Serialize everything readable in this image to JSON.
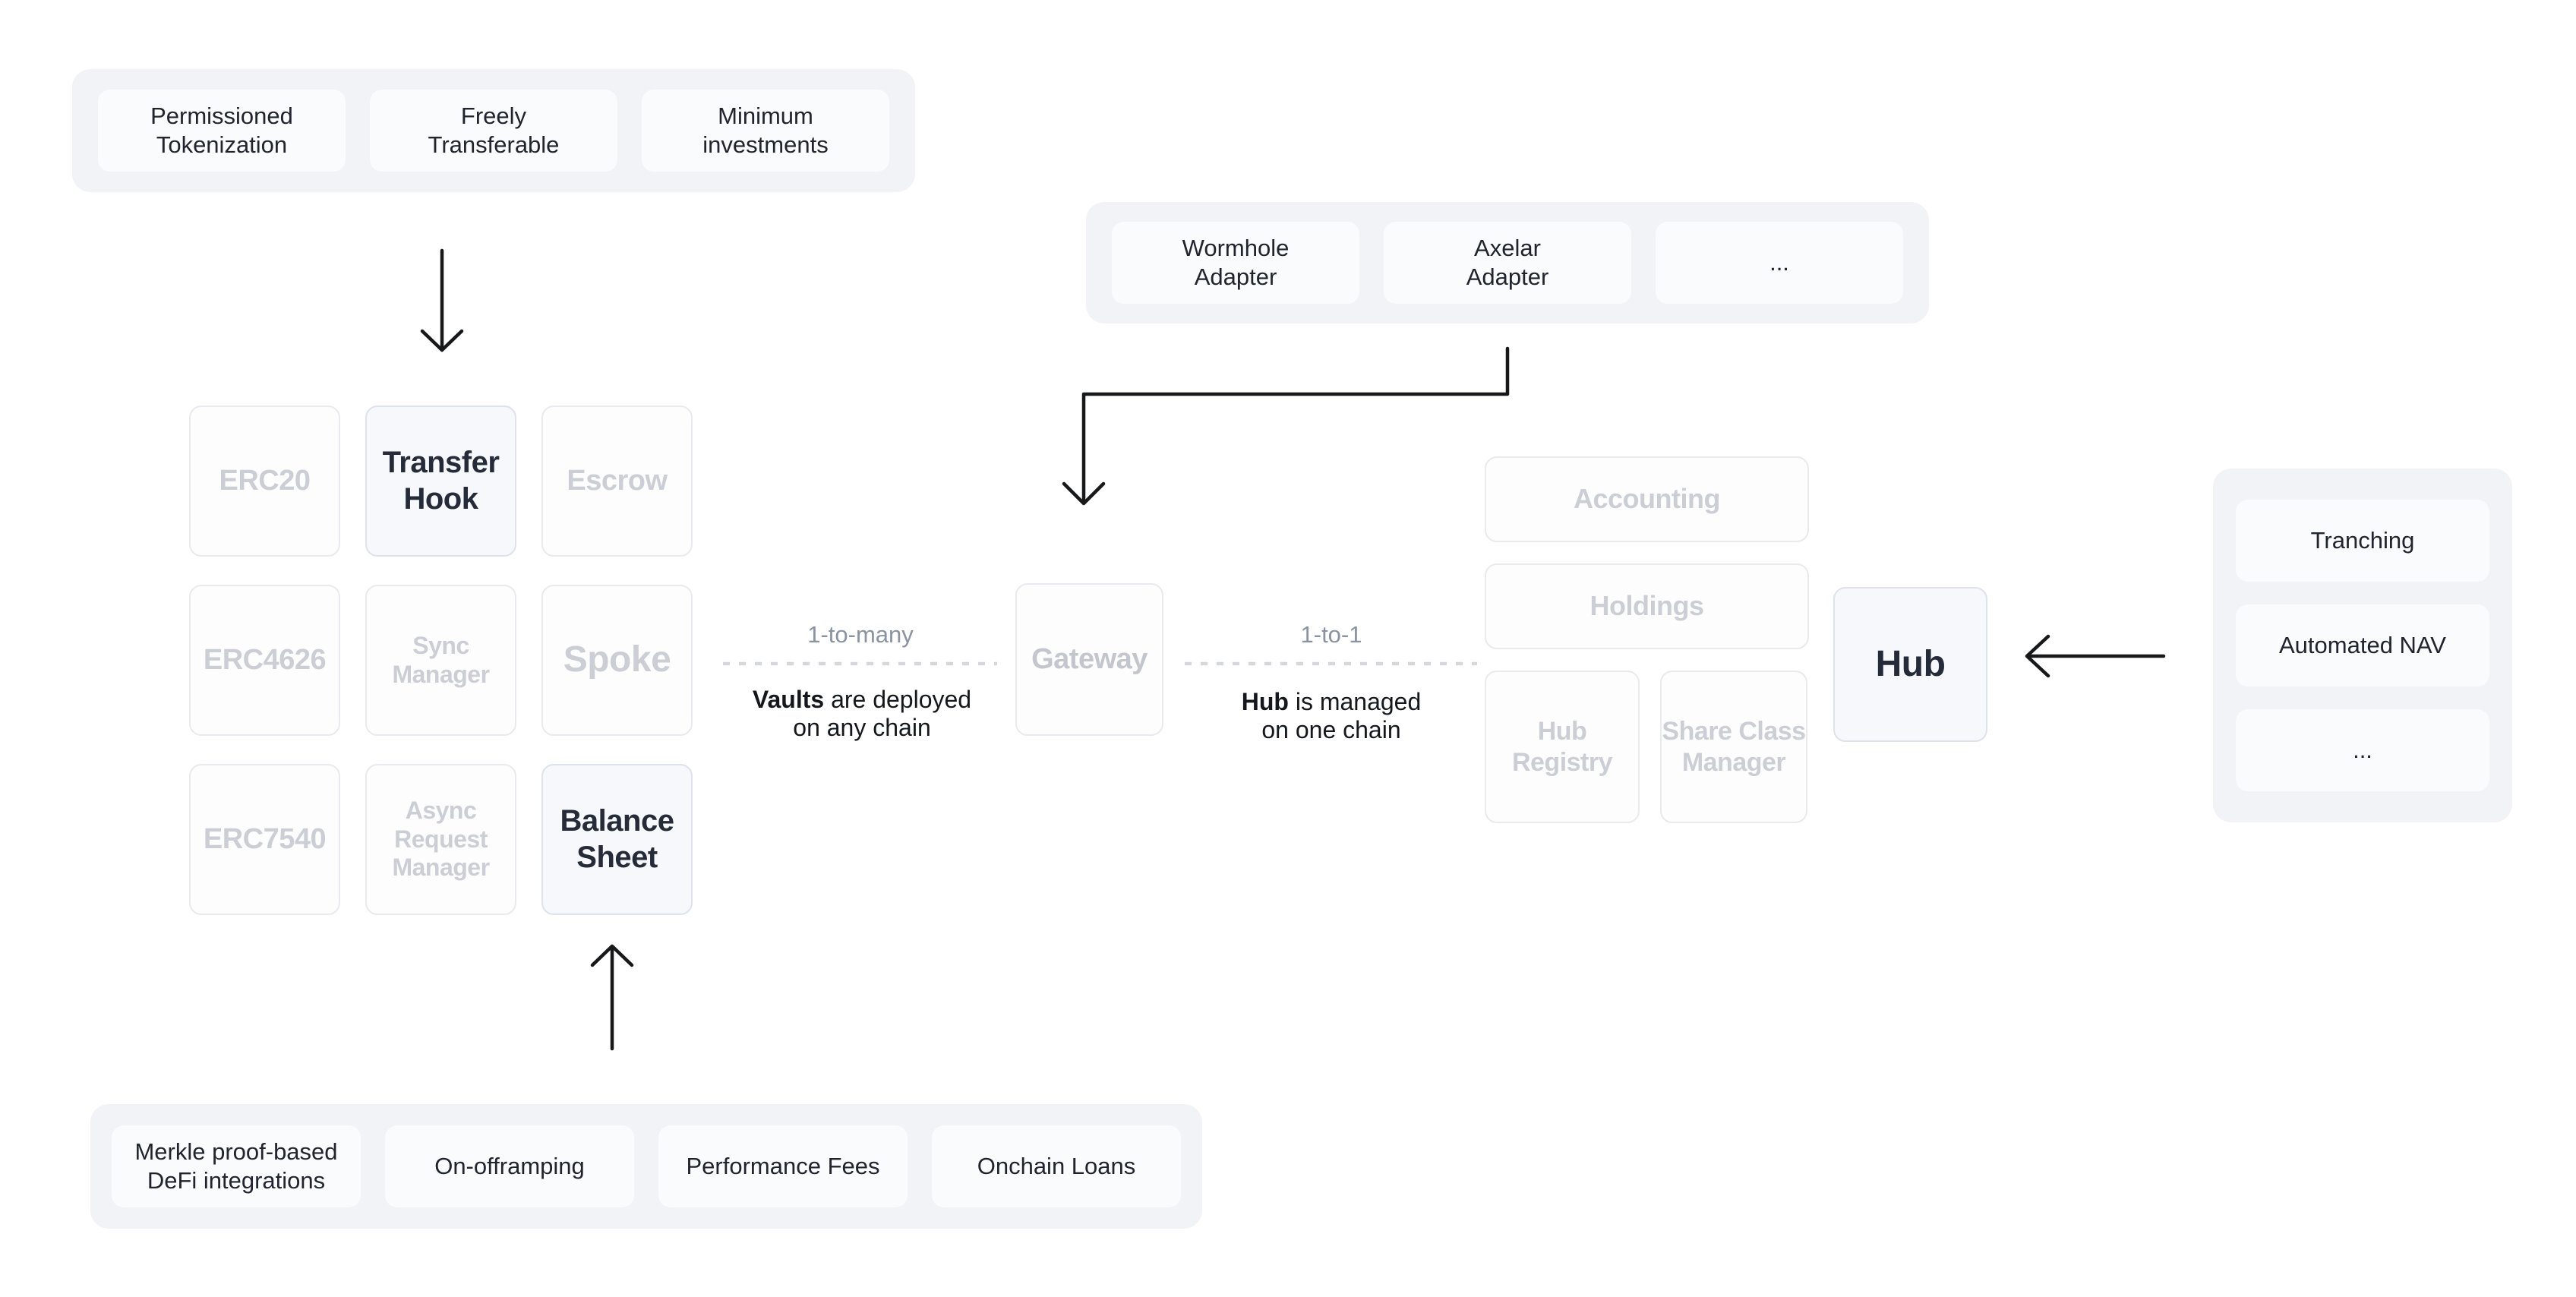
{
  "top_left_group": {
    "items": [
      "Permissioned\nTokenization",
      "Freely\nTransferable",
      "Minimum\ninvestments"
    ]
  },
  "adapters_group": {
    "items": [
      "Wormhole\nAdapter",
      "Axelar\nAdapter",
      "..."
    ]
  },
  "vault_grid": {
    "cells": [
      {
        "label": "ERC20"
      },
      {
        "label": "Transfer\nHook"
      },
      {
        "label": "Escrow"
      },
      {
        "label": "ERC4626"
      },
      {
        "label": "Sync\nManager"
      },
      {
        "label": "Spoke"
      },
      {
        "label": "ERC7540"
      },
      {
        "label": "Async\nRequest\nManager"
      },
      {
        "label": "Balance\nSheet"
      }
    ]
  },
  "gateway": {
    "label": "Gateway"
  },
  "links": [
    {
      "relation": "1-to-many",
      "note": {
        "bold": "Vaults",
        "rest": " are deployed",
        "line2": "on any chain"
      }
    },
    {
      "relation": "1-to-1",
      "note": {
        "bold": "Hub",
        "rest": " is managed",
        "line2": "on one chain"
      }
    }
  ],
  "hub_cluster": {
    "accounting": "Accounting",
    "holdings": "Holdings",
    "hub_registry": "Hub\nRegistry",
    "share_class_manager": "Share Class\nManager",
    "hub": "Hub"
  },
  "features_group": {
    "items": [
      "Tranching",
      "Automated NAV",
      "..."
    ]
  },
  "bottom_group": {
    "items": [
      "Merkle proof-based\nDeFi integrations",
      "On-offramping",
      "Performance Fees",
      "Onchain Loans"
    ]
  },
  "colors": {
    "canvas_bg": "#ffffff",
    "group_bg": "#f2f3f7",
    "group_card_bg": "#fafbfd",
    "box_bg": "#fdfdfe",
    "box_border": "#e9eaee",
    "active_box_bg": "#f6f8fc",
    "active_box_border": "#dde2ec",
    "muted_text": "#cbcfd5",
    "active_text": "#252b38",
    "relation_text": "#8a93a2",
    "note_text": "#15171c",
    "dash_line": "#d4d7dc",
    "arrow": "#17181a"
  }
}
